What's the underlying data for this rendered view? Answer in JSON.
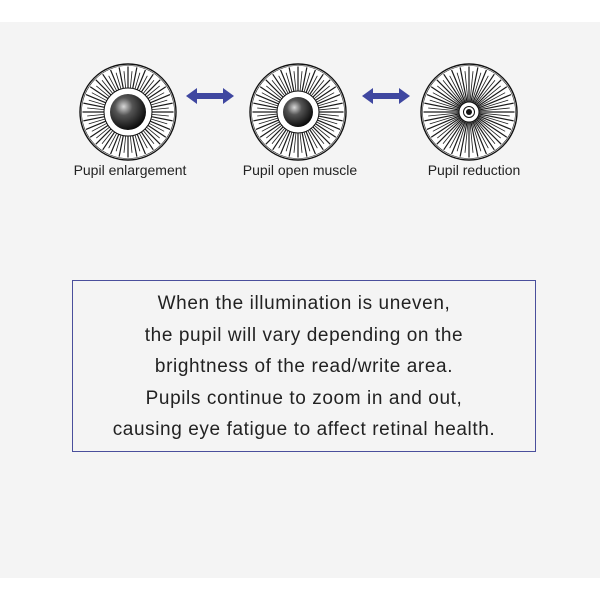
{
  "diagram": {
    "stages": [
      {
        "label": "Pupil enlargement",
        "pupil_size": "large"
      },
      {
        "label": "Pupil open muscle",
        "pupil_size": "medium"
      },
      {
        "label": "Pupil reduction",
        "pupil_size": "small"
      }
    ],
    "arrow_color": "#3f47a0",
    "border_color": "#4a4f9c",
    "description_lines": [
      "When the illumination is uneven,",
      "the pupil will vary depending on the",
      "brightness of the read/write area.",
      "Pupils continue to zoom in and out,",
      "causing eye fatigue to affect retinal health."
    ]
  }
}
